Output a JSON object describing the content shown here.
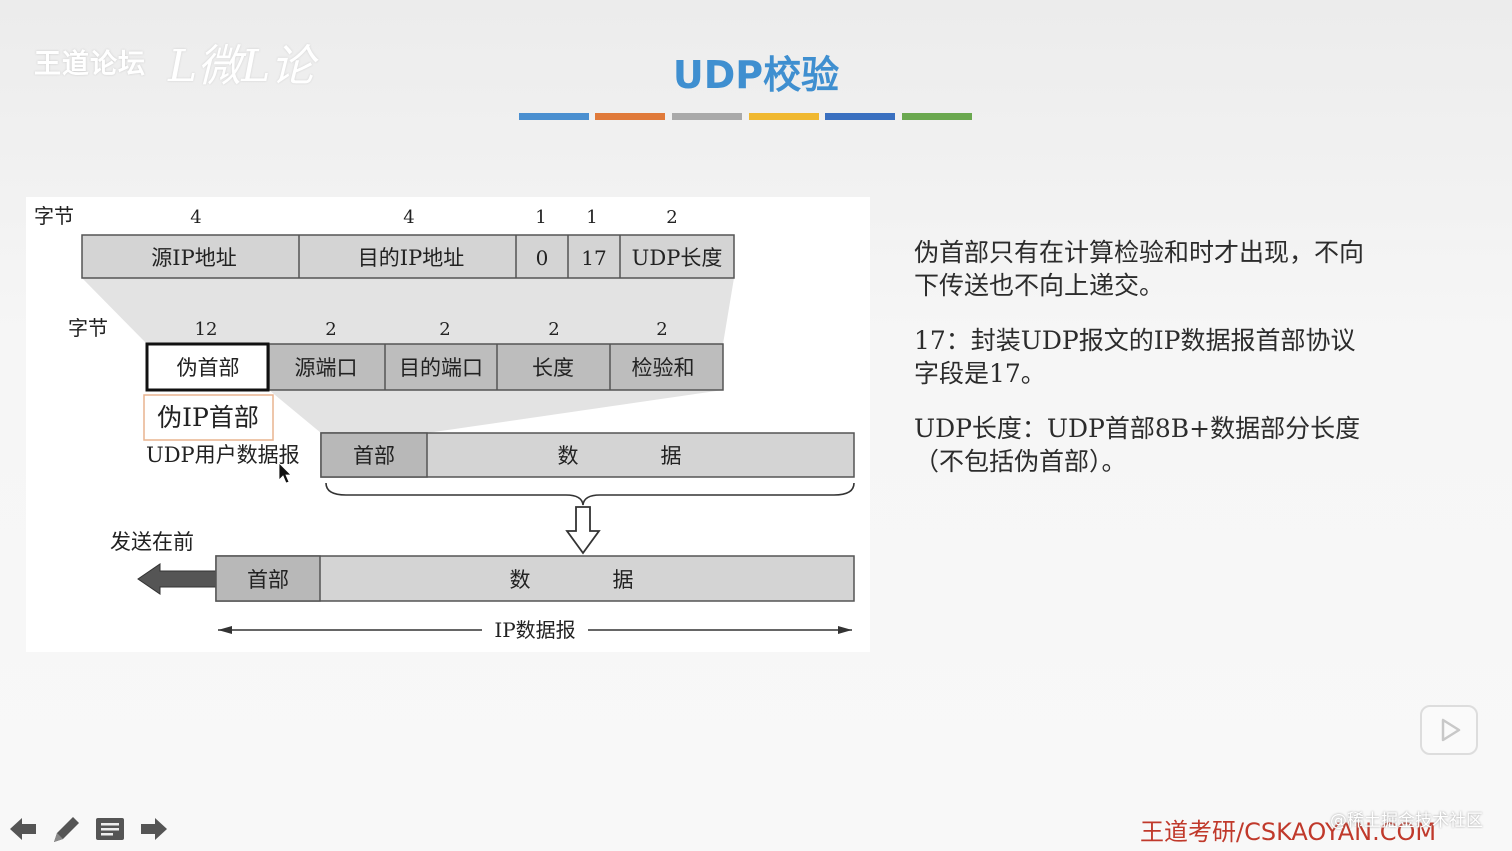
{
  "watermark": {
    "logo_text": "王道论坛",
    "script_text": "L微L论"
  },
  "title": "UDP校验",
  "divider_colors": [
    "#4a8fd0",
    "#e07a3a",
    "#a9a9a9",
    "#f0b830",
    "#3a70c0",
    "#6aa84f"
  ],
  "figure": {
    "row1": {
      "label": "字节",
      "sizes": [
        "4",
        "4",
        "1",
        "1",
        "2"
      ],
      "fields": [
        "源IP地址",
        "目的IP地址",
        "0",
        "17",
        "UDP长度"
      ]
    },
    "row2": {
      "label": "字节",
      "sizes": [
        "12",
        "2",
        "2",
        "2",
        "2"
      ],
      "fields": [
        "伪首部",
        "源端口",
        "目的端口",
        "长度",
        "检验和"
      ]
    },
    "pseudo_ip_header_label": "伪IP首部",
    "udp_datagram_label": "UDP用户数据报",
    "udp_row": {
      "header": "首部",
      "data_chars": [
        "数",
        "据"
      ]
    },
    "send_first_label": "发送在前",
    "ip_row": {
      "header": "首部",
      "data_chars": [
        "数",
        "据"
      ]
    },
    "ip_datagram_label": "IP数据报"
  },
  "notes": [
    "伪首部只有在计算检验和时才出现，不向下传送也不向上递交。",
    "17：封装UDP报文的IP数据报首部协议字段是17。",
    "UDP长度：UDP首部8B+数据部分长度（不包括伪首部）。"
  ],
  "footer": {
    "icons": [
      "arrow-left-icon",
      "pencil-icon",
      "menu-icon",
      "arrow-right-icon"
    ],
    "brand_text": "王道考研/CSKAOYAN.COM",
    "juejin_text": "@稀土掘金技术社区"
  }
}
